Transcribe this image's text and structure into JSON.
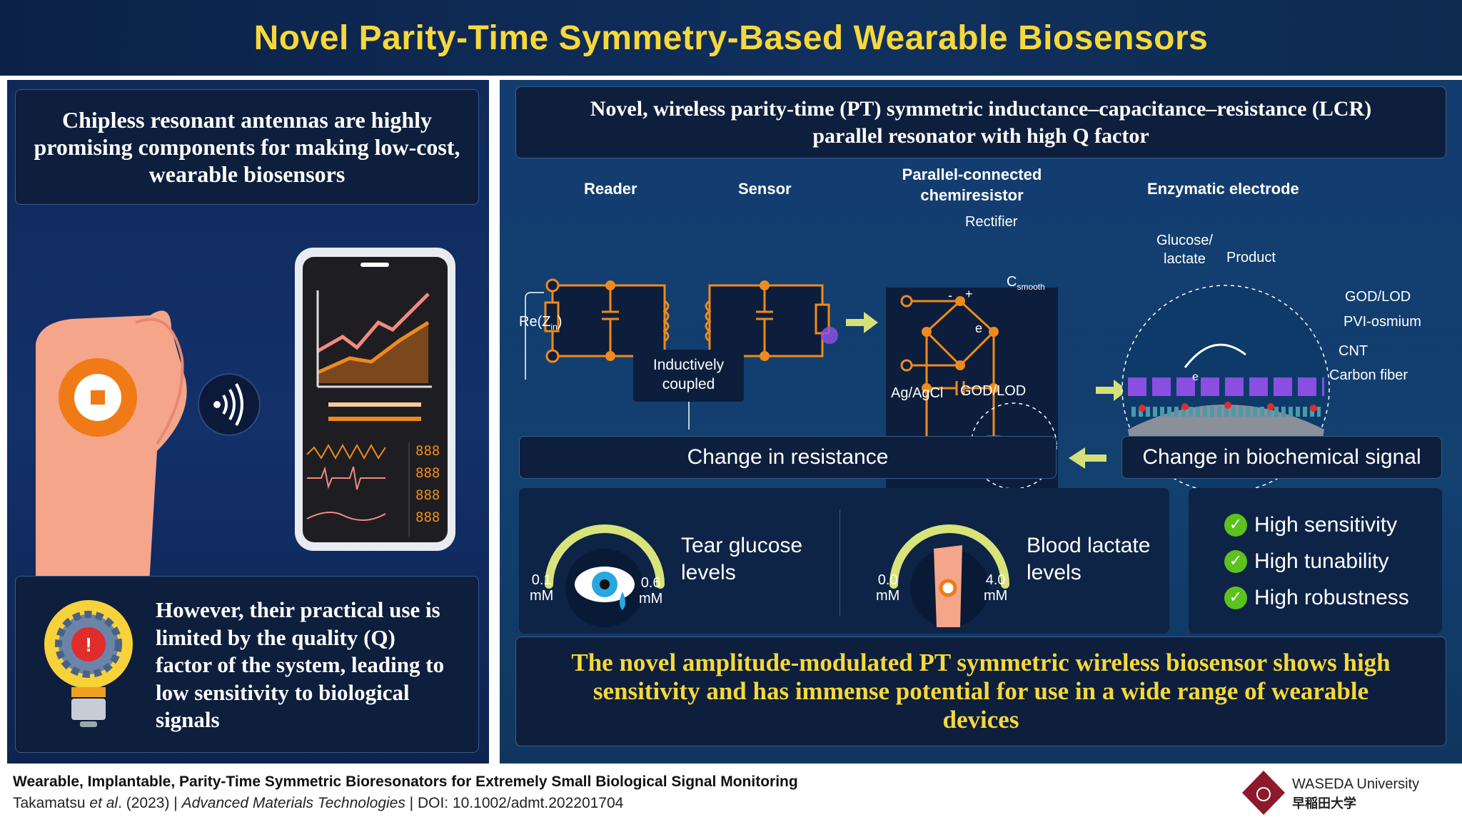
{
  "header": {
    "title": "Novel Parity-Time Symmetry-Based Wearable Biosensors"
  },
  "left": {
    "top_text": "Chipless resonant antennas are highly promising components for making low-cost, wearable biosensors",
    "bottom_text": "However, their practical use is limited by the quality (Q) factor of the system, leading to low sensitivity to biological signals",
    "phone_readouts": [
      "888",
      "888",
      "888",
      "888"
    ],
    "icons": [
      "wrist-sensor-icon",
      "wireless-signal-icon",
      "smartphone-chart-icon",
      "lightbulb-gear-warning-icon"
    ]
  },
  "right": {
    "top_title": "Novel, wireless parity-time (PT) symmetric inductance–capacitance–resistance (LCR) parallel resonator with high Q factor",
    "circuit": {
      "reader": "Reader",
      "sensor": "Sensor",
      "re_z": "Re(Z",
      "re_z_sub": "in",
      "re_z_close": ")",
      "coupled": "Inductively coupled"
    },
    "chemiresistor": {
      "title": "Parallel-connected chemiresistor",
      "rectifier": "Rectifier",
      "c": "C",
      "c_sub": "smooth",
      "minus": "-",
      "plus": "+",
      "electron": "e",
      "ref": "Ag/AgCl",
      "enzyme": "GOD/LOD"
    },
    "electrode": {
      "title": "Enzymatic electrode",
      "glucose": "Glucose/",
      "lactate": "lactate",
      "product": "Product",
      "labels": [
        "GOD/LOD",
        "PVI-osmium",
        "CNT",
        "Carbon fiber"
      ],
      "electron": "e"
    },
    "change_resistance": "Change in resistance",
    "change_biochemical": "Change in biochemical signal",
    "gauges": [
      {
        "label_1": "Tear glucose",
        "label_2": "levels",
        "min": "0.1",
        "max": "0.6",
        "unit": "mM"
      },
      {
        "label_1": "Blood lactate",
        "label_2": "levels",
        "min": "0.0",
        "max": "4.0",
        "unit": "mM"
      }
    ],
    "features": [
      "High sensitivity",
      "High tunability",
      "High robustness"
    ],
    "conclusion": "The novel amplitude-modulated PT symmetric wireless biosensor shows high sensitivity and has immense potential for use in a wide range of wearable devices"
  },
  "footer": {
    "paper_title": "Wearable, Implantable, Parity-Time Symmetric Bioresonators for Extremely Small Biological Signal Monitoring",
    "authors": "Takamatsu",
    "etal": "et al",
    "year": ". (2023) | ",
    "journal": "Advanced Materials Technologies",
    "doi": " | DOI: 10.1002/admt.202201704",
    "logo_en": "WASEDA University",
    "logo_jp": "早稲田大学"
  },
  "colors": {
    "title_yellow": "#f6d83b",
    "circuit_orange": "#f08a1c",
    "navy": "#0d1f3d",
    "check_green": "#5cc21e",
    "logo_red": "#8c1a2b"
  }
}
